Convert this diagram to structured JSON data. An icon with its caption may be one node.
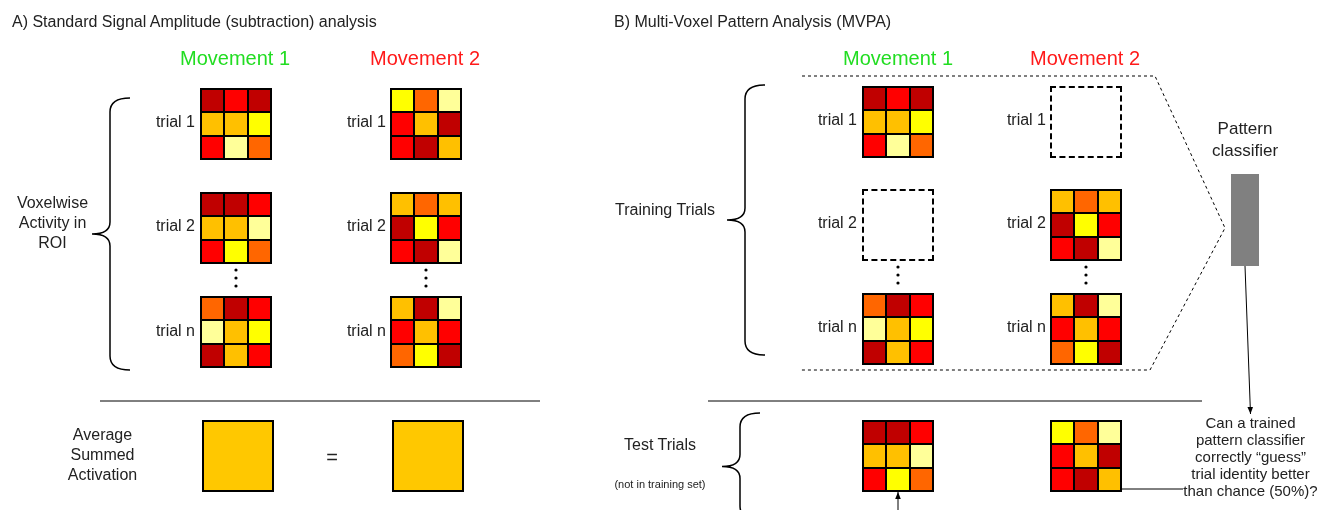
{
  "diagram": {
    "nodes": [
      {
        "text": [
          "Pattern classifier"
        ]
      },
      {
        "text": [
          "Can a trained pattern classifier correctly “guess” trial identity better than chance (50%)?"
        ]
      },
      {
        "text": [],
        "shape": "box"
      },
      {
        "text": [],
        "shape": "box"
      }
    ],
    "edges": [
      {
        "from": 0,
        "to": 1,
        "arrow": "to"
      },
      {
        "from": 1,
        "to": 3,
        "arrow": "to"
      },
      {
        "from": null,
        "to": 2,
        "arrow": "to"
      }
    ],
    "labels": [
      "A) Standard Signal Amplitude (subtraction) analysis",
      "Movement 1",
      "Movement 2",
      "trial 1",
      "trial 1",
      "Voxelwise Activity in ROI",
      "trial 2",
      "trial 2",
      "trial n",
      "trial n",
      "Average Summed Activation",
      "=",
      "B) Multi-Voxel Pattern Analysis (MVPA)",
      "Movement 1",
      "Movement 2",
      "trial 1",
      "trial 1",
      "Training Trials",
      "trial 2",
      "trial 2",
      "trial n",
      "trial n",
      "Test Trials",
      "(not in training set)"
    ]
  }
}
